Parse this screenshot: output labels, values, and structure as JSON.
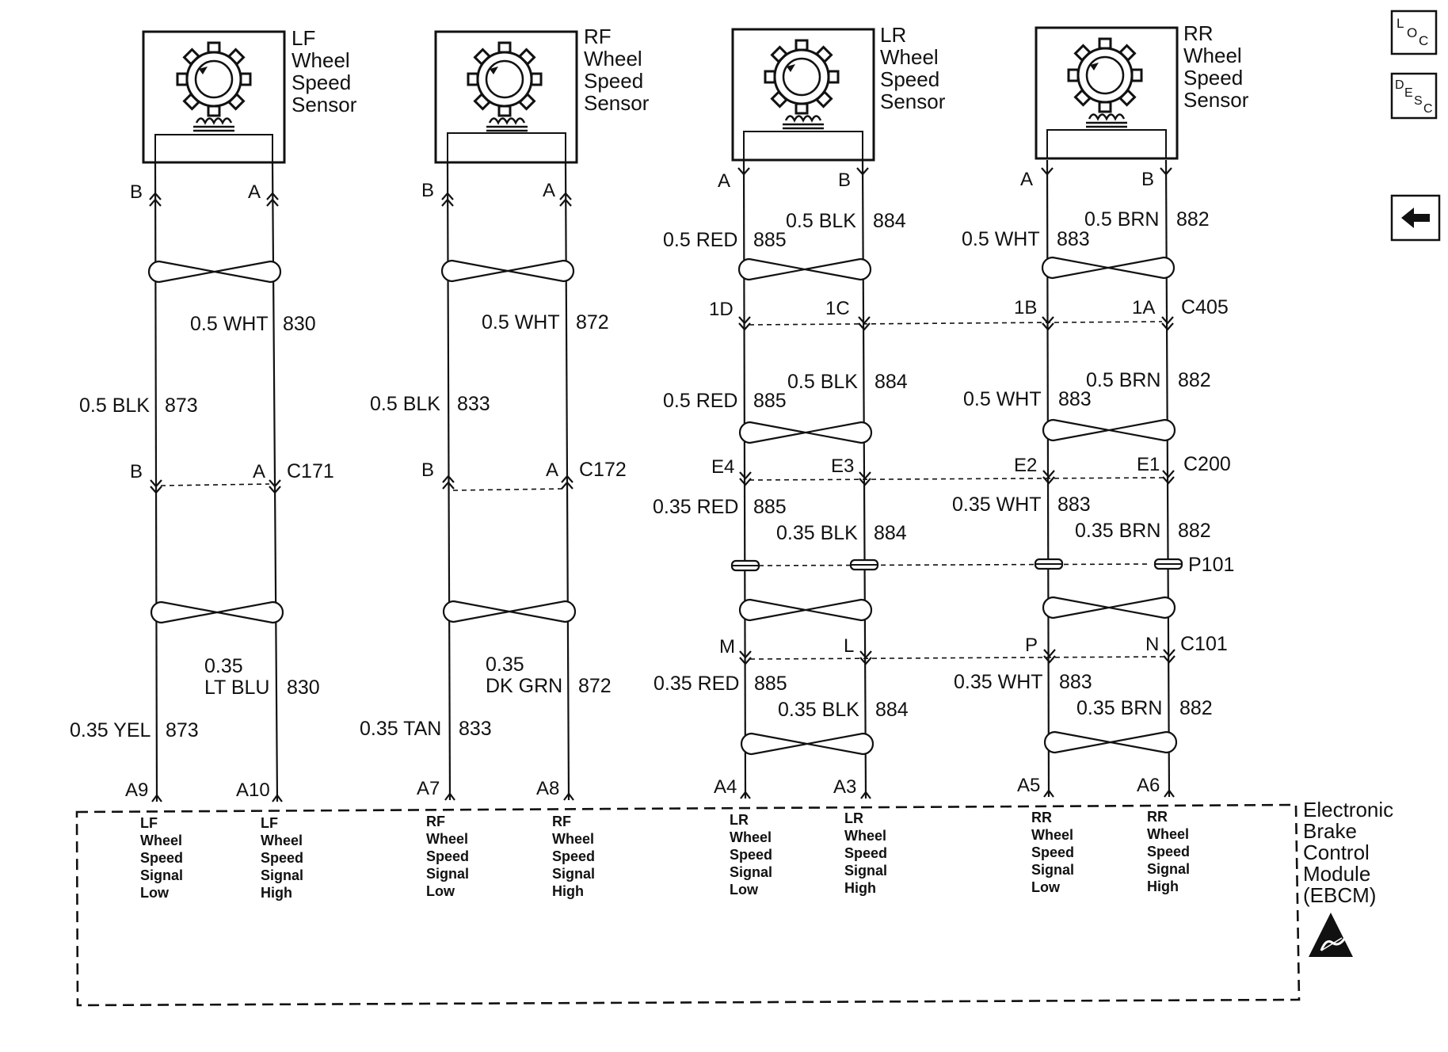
{
  "nav": {
    "loc": [
      "L",
      "O",
      "C"
    ],
    "desc": [
      "D",
      "E",
      "S",
      "C"
    ]
  },
  "sensors": [
    {
      "label": [
        "LF",
        "Wheel",
        "Speed",
        "Sensor"
      ],
      "pins": [
        "B",
        "A"
      ]
    },
    {
      "label": [
        "RF",
        "Wheel",
        "Speed",
        "Sensor"
      ],
      "pins": [
        "B",
        "A"
      ]
    },
    {
      "label": [
        "LR",
        "Wheel",
        "Speed",
        "Sensor"
      ],
      "pins": [
        "A",
        "B"
      ]
    },
    {
      "label": [
        "RR",
        "Wheel",
        "Speed",
        "Sensor"
      ],
      "pins": [
        "A",
        "B"
      ]
    }
  ],
  "wires": {
    "lf_top_high": "0.5 WHT",
    "lf_top_high_num": "830",
    "lf_top_low": "0.5 BLK",
    "lf_top_low_num": "873",
    "rf_top_high": "0.5 WHT",
    "rf_top_high_num": "872",
    "rf_top_low": "0.5 BLK",
    "rf_top_low_num": "833",
    "lf_bot_high": [
      "0.35",
      "LT BLU"
    ],
    "lf_bot_high_num": "830",
    "lf_bot_low": "0.35 YEL",
    "lf_bot_low_num": "873",
    "rf_bot_high": [
      "0.35",
      "DK GRN"
    ],
    "rf_bot_high_num": "872",
    "rf_bot_low": "0.35 TAN",
    "rf_bot_low_num": "833",
    "lr1_red": "0.5 RED",
    "lr1_red_num": "885",
    "lr1_blk": "0.5 BLK",
    "lr1_blk_num": "884",
    "rr1_wht": "0.5 WHT",
    "rr1_wht_num": "883",
    "rr1_brn": "0.5 BRN",
    "rr1_brn_num": "882",
    "lr2_red": "0.5 RED",
    "lr2_red_num": "885",
    "lr2_blk": "0.5 BLK",
    "lr2_blk_num": "884",
    "rr2_wht": "0.5 WHT",
    "rr2_wht_num": "883",
    "rr2_brn": "0.5 BRN",
    "rr2_brn_num": "882",
    "lr3_red": "0.35 RED",
    "lr3_red_num": "885",
    "lr3_blk": "0.35 BLK",
    "lr3_blk_num": "884",
    "rr3_wht": "0.35 WHT",
    "rr3_wht_num": "883",
    "rr3_brn": "0.35 BRN",
    "rr3_brn_num": "882",
    "lr4_red": "0.35 RED",
    "lr4_red_num": "885",
    "lr4_blk": "0.35 BLK",
    "lr4_blk_num": "884",
    "rr4_wht": "0.35 WHT",
    "rr4_wht_num": "883",
    "rr4_brn": "0.35 BRN",
    "rr4_brn_num": "882"
  },
  "connectors": {
    "c171": {
      "name": "C171",
      "pins": [
        "B",
        "A"
      ]
    },
    "c172": {
      "name": "C172",
      "pins": [
        "B",
        "A"
      ]
    },
    "c405": {
      "name": "C405",
      "pins": [
        "1D",
        "1C",
        "1B",
        "1A"
      ]
    },
    "c200": {
      "name": "C200",
      "pins": [
        "E4",
        "E3",
        "E2",
        "E1"
      ]
    },
    "p101": {
      "name": "P101"
    },
    "c101": {
      "name": "C101",
      "pins": [
        "M",
        "L",
        "P",
        "N"
      ]
    }
  },
  "module": {
    "name": [
      "Electronic",
      "Brake",
      "Control",
      "Module",
      "(EBCM)"
    ],
    "pins": [
      "A9",
      "A10",
      "A7",
      "A8",
      "A4",
      "A3",
      "A5",
      "A6"
    ],
    "signals": [
      [
        "LF",
        "Wheel",
        "Speed",
        "Signal",
        "Low"
      ],
      [
        "LF",
        "Wheel",
        "Speed",
        "Signal",
        "High"
      ],
      [
        "RF",
        "Wheel",
        "Speed",
        "Signal",
        "Low"
      ],
      [
        "RF",
        "Wheel",
        "Speed",
        "Signal",
        "High"
      ],
      [
        "LR",
        "Wheel",
        "Speed",
        "Signal",
        "Low"
      ],
      [
        "LR",
        "Wheel",
        "Speed",
        "Signal",
        "High"
      ],
      [
        "RR",
        "Wheel",
        "Speed",
        "Signal",
        "Low"
      ],
      [
        "RR",
        "Wheel",
        "Speed",
        "Signal",
        "High"
      ]
    ]
  }
}
